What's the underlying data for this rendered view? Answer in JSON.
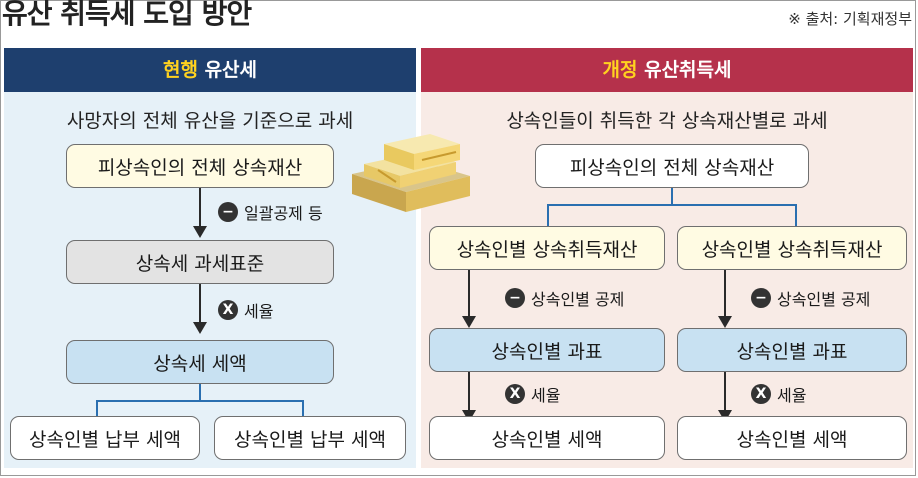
{
  "header": {
    "title": "유산 취득세 도입 방안",
    "source": "※ 출처: 기획재정부"
  },
  "left": {
    "header_highlight": "현행",
    "header_rest": " 유산세",
    "subtitle": "사망자의 전체 유산을 기준으로 과세",
    "step1": "피상속인의 전체 상속재산",
    "op1_symbol": "−",
    "op1_label": "일괄공제 등",
    "step2": "상속세 과세표준",
    "op2_symbol": "X",
    "op2_label": "세율",
    "step3": "상속세 세액",
    "result_a": "상속인별 납부 세액",
    "result_b": "상속인별 납부 세액"
  },
  "right": {
    "header_highlight": "개정",
    "header_rest": " 유산취득세",
    "subtitle": "상속인들이 취득한 각 상속재산별로 과세",
    "step1": "피상속인의 전체 상속재산",
    "branch_a": {
      "asset": "상속인별 상속취득재산",
      "op1_symbol": "−",
      "op1_label": "상속인별 공제",
      "base": "상속인별 과표",
      "op2_symbol": "X",
      "op2_label": "세율",
      "tax": "상속인별 세액"
    },
    "branch_b": {
      "asset": "상속인별 상속취득재산",
      "op1_symbol": "−",
      "op1_label": "상속인별 공제",
      "base": "상속인별 과표",
      "op2_symbol": "X",
      "op2_label": "세율",
      "tax": "상속인별 세액"
    }
  },
  "icons": {
    "money": "money-stack-icon"
  },
  "colors": {
    "left_header": "#1e3f6e",
    "right_header": "#b5314b",
    "highlight": "#ffd21f",
    "left_bg": "#e6f1f8",
    "right_bg": "#f8ebe6",
    "connector": "#2a6fb0"
  }
}
